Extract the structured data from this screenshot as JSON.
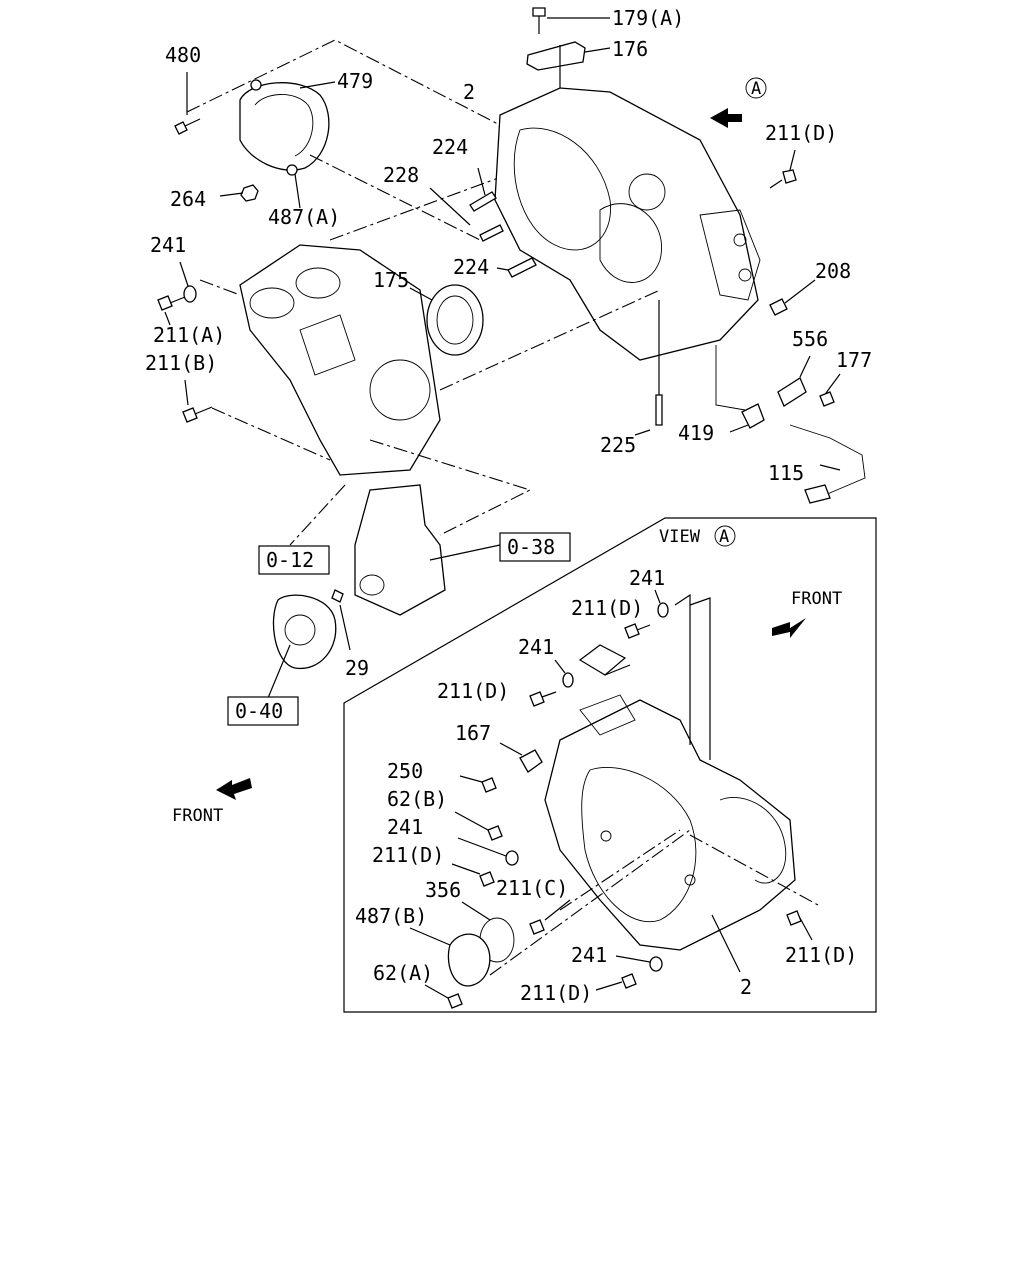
{
  "labels": {
    "p179a": "179(A)",
    "p176": "176",
    "p480": "480",
    "p479": "479",
    "p2_top": "2",
    "viewA_marker": "A",
    "p211d_top": "211(D)",
    "p224_a": "224",
    "p228": "228",
    "p264": "264",
    "p487a": "487(A)",
    "p224_b": "224",
    "p241_top": "241",
    "p175": "175",
    "p208": "208",
    "p211a": "211(A)",
    "p556": "556",
    "p177": "177",
    "p211b": "211(B)",
    "p419": "419",
    "p225": "225",
    "p115": "115",
    "ref_0_12": "0-12",
    "ref_0_38": "0-38",
    "ref_0_40": "0-40",
    "p29": "29",
    "front_left": "FRONT",
    "view_title": "VIEW",
    "view_circle": "A",
    "front_right": "FRONT",
    "v241_a": "241",
    "v211d_a": "211(D)",
    "v241_b": "241",
    "v211d_b": "211(D)",
    "v167": "167",
    "v250": "250",
    "v62b": "62(B)",
    "v241_c": "241",
    "v211d_c": "211(D)",
    "v356": "356",
    "v211c": "211(C)",
    "v487b": "487(B)",
    "v241_d": "241",
    "v211d_r": "211(D)",
    "v62a": "62(A)",
    "v211d_bottom": "211(D)",
    "v2": "2"
  }
}
